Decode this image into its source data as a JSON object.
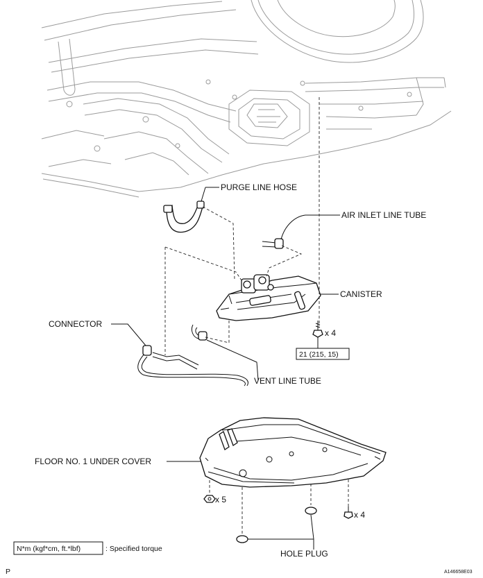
{
  "labels": {
    "purge_line_hose": "PURGE LINE HOSE",
    "air_inlet_line_tube": "AIR INLET LINE TUBE",
    "canister": "CANISTER",
    "connector": "CONNECTOR",
    "vent_line_tube": "VENT LINE TUBE",
    "floor_under_cover": "FLOOR NO. 1 UNDER COVER",
    "hole_plug": "HOLE PLUG"
  },
  "fasteners": {
    "canister_bolt_qty": "x 4",
    "cover_nut_qty": "x 5",
    "cover_bolt_qty": "x 4"
  },
  "torque": {
    "canister_value": "21 (215, 15)"
  },
  "legend": {
    "unit_box": "N*m (kgf*cm, ft.*lbf)",
    "description": ": Specified torque"
  },
  "footer": {
    "page_letter": "P",
    "figure_code": "A146658E03"
  }
}
